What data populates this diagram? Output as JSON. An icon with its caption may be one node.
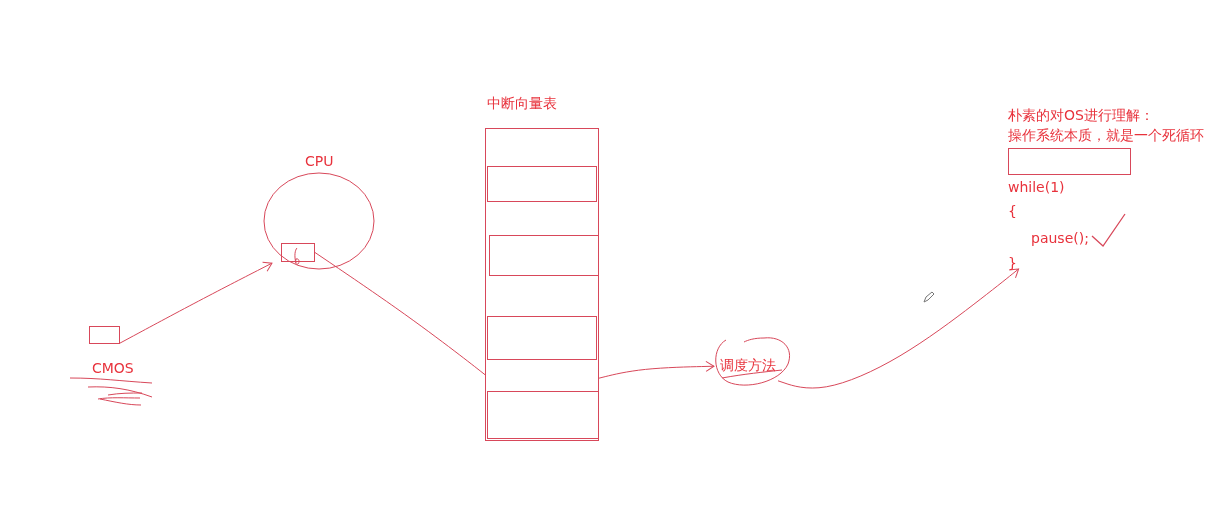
{
  "diagram": {
    "nodes": [
      {
        "text": [],
        "shape": "box",
        "beside": [
          "CMOS"
        ]
      },
      {
        "text": [
          "CPU"
        ]
      },
      {
        "text": [],
        "shape": "box",
        "in": 1
      },
      {
        "text": [
          "中断向量表"
        ]
      },
      {
        "text": [],
        "shape": "box",
        "in": 3
      },
      {
        "text": [],
        "shape": "box",
        "in": 3
      },
      {
        "text": [],
        "shape": "box",
        "in": 3
      },
      {
        "text": [],
        "shape": "box",
        "in": 3
      },
      {
        "text": [
          "调度方法"
        ]
      },
      {
        "text": [
          "}"
        ]
      },
      {
        "text": [],
        "shape": "box"
      }
    ],
    "edges": [
      {
        "from": 0,
        "to": 1,
        "arrow": "to"
      },
      {
        "from": 2,
        "to": 3,
        "arrow": "none"
      },
      {
        "from": 3,
        "to": 8,
        "arrow": "to"
      },
      {
        "from": 8,
        "to": 9,
        "arrow": "to"
      }
    ],
    "labels": [
      "朴素的对OS进行理解：",
      "操作系统本质，就是一个死循环",
      "while(1)",
      "{",
      "pause();"
    ]
  }
}
